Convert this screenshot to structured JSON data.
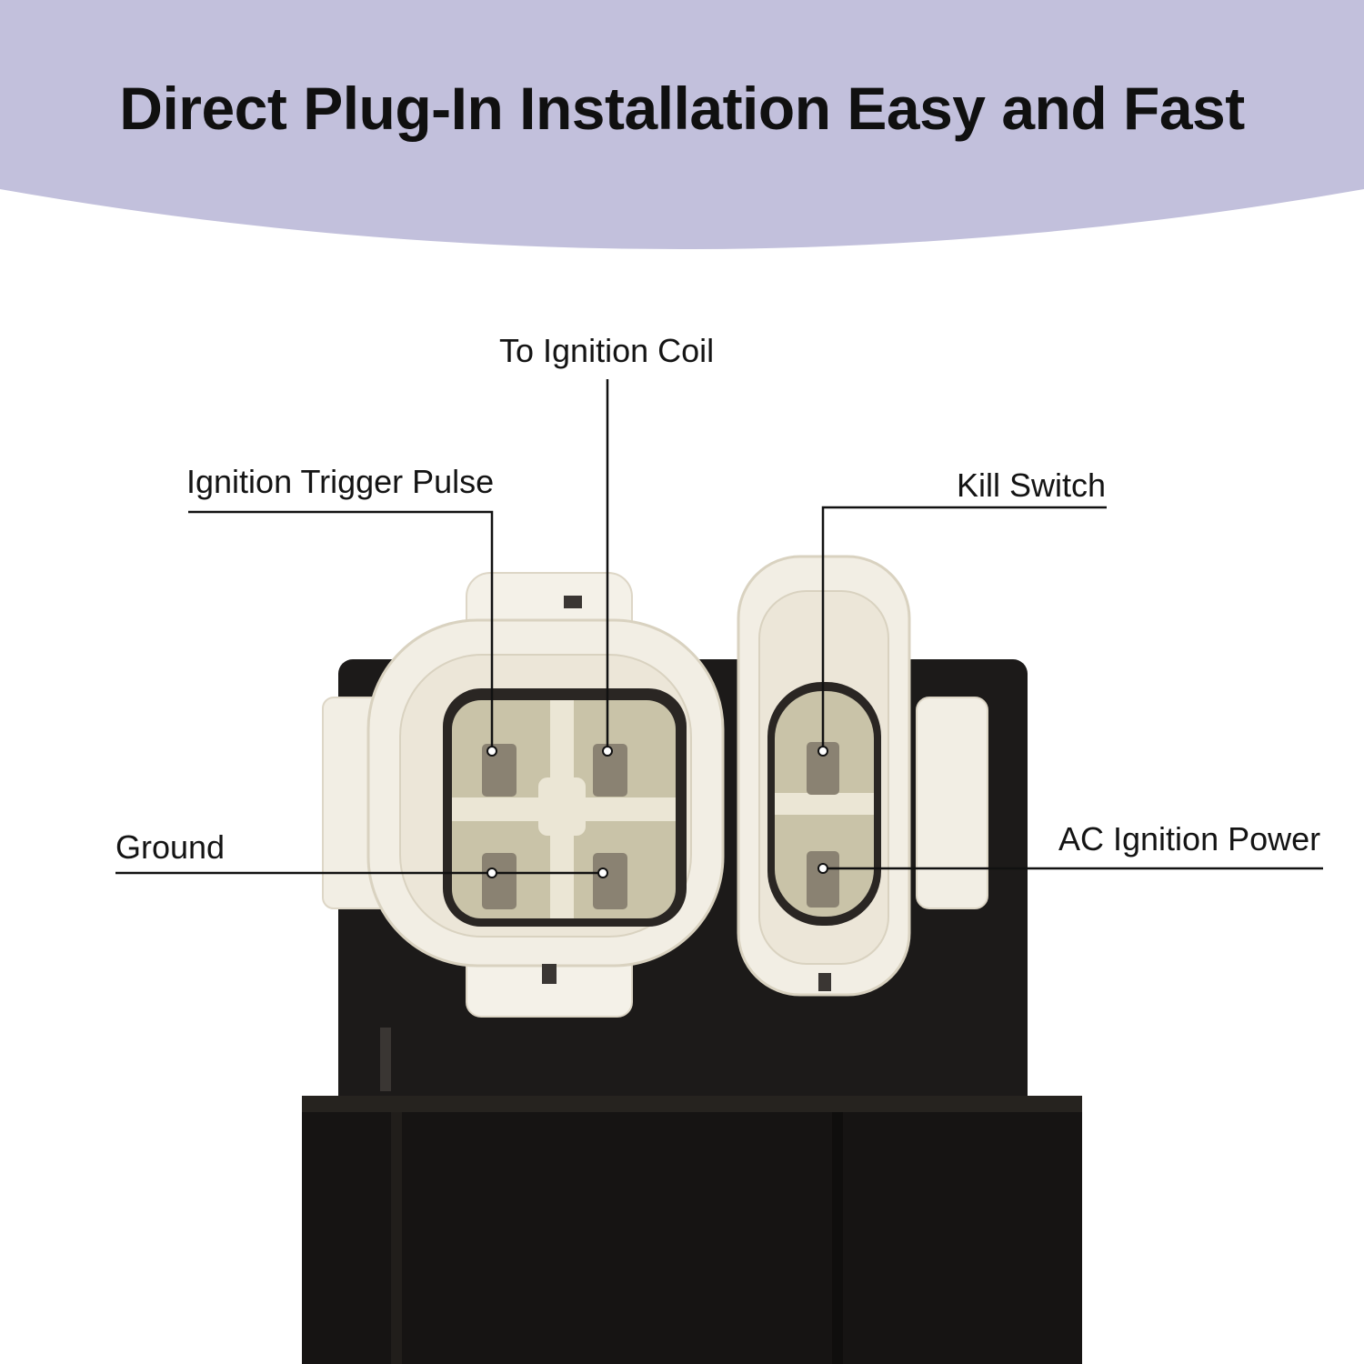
{
  "header": {
    "title": "Direct Plug-In Installation Easy and Fast",
    "banner_color": "#c2c0dc"
  },
  "callouts": {
    "to_ignition_coil": "To Ignition Coil",
    "ignition_trigger_pulse": "Ignition Trigger Pulse",
    "kill_switch": "Kill Switch",
    "ground": "Ground",
    "ac_ignition_power": "AC Ignition Power"
  },
  "colors": {
    "module_body": "#1c1a19",
    "connector_shell": "#f2eee4",
    "connector_cavity": "#c9c3a8",
    "terminal": "#8a8272"
  }
}
